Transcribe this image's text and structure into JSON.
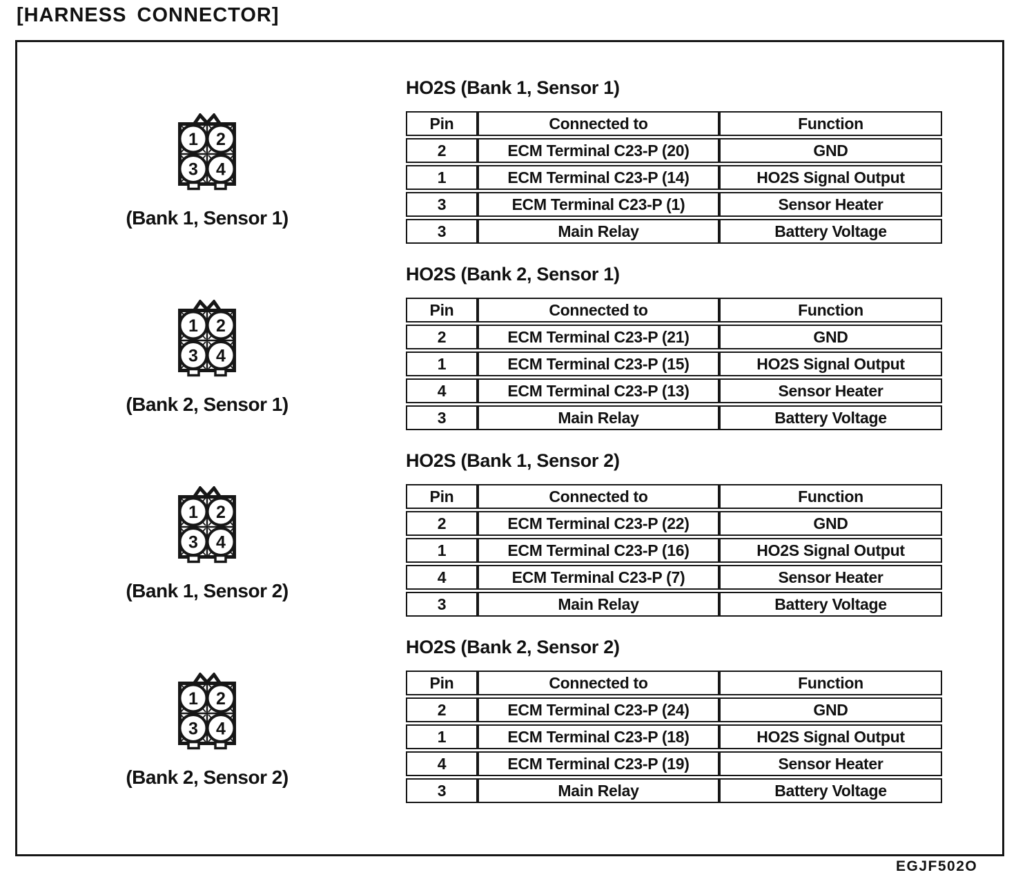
{
  "page_title": "[HARNESS CONNECTOR]",
  "footer_code": "EGJF502O",
  "ink_color": "#161616",
  "table_headers": [
    "Pin",
    "Connected to",
    "Function"
  ],
  "connector_pins": [
    "1",
    "2",
    "3",
    "4"
  ],
  "sections": [
    {
      "title": "HO2S (Bank 1, Sensor 1)",
      "connector_label": "(Bank 1, Sensor 1)",
      "rows": [
        {
          "pin": "2",
          "connected_to": "ECM Terminal C23-P (20)",
          "function": "GND"
        },
        {
          "pin": "1",
          "connected_to": "ECM Terminal C23-P (14)",
          "function": "HO2S Signal Output"
        },
        {
          "pin": "3",
          "connected_to": "ECM Terminal C23-P (1)",
          "function": "Sensor Heater"
        },
        {
          "pin": "3",
          "connected_to": "Main Relay",
          "function": "Battery Voltage"
        }
      ]
    },
    {
      "title": "HO2S (Bank 2, Sensor 1)",
      "connector_label": "(Bank 2, Sensor 1)",
      "rows": [
        {
          "pin": "2",
          "connected_to": "ECM Terminal C23-P (21)",
          "function": "GND"
        },
        {
          "pin": "1",
          "connected_to": "ECM Terminal C23-P (15)",
          "function": "HO2S Signal Output"
        },
        {
          "pin": "4",
          "connected_to": "ECM Terminal C23-P (13)",
          "function": "Sensor Heater"
        },
        {
          "pin": "3",
          "connected_to": "Main Relay",
          "function": "Battery Voltage"
        }
      ]
    },
    {
      "title": "HO2S (Bank 1, Sensor 2)",
      "connector_label": "(Bank 1, Sensor 2)",
      "rows": [
        {
          "pin": "2",
          "connected_to": "ECM Terminal C23-P (22)",
          "function": "GND"
        },
        {
          "pin": "1",
          "connected_to": "ECM Terminal C23-P (16)",
          "function": "HO2S Signal Output"
        },
        {
          "pin": "4",
          "connected_to": "ECM Terminal C23-P (7)",
          "function": "Sensor Heater"
        },
        {
          "pin": "3",
          "connected_to": "Main Relay",
          "function": "Battery Voltage"
        }
      ]
    },
    {
      "title": "HO2S (Bank 2, Sensor 2)",
      "connector_label": "(Bank 2, Sensor 2)",
      "rows": [
        {
          "pin": "2",
          "connected_to": "ECM Terminal C23-P (24)",
          "function": "GND"
        },
        {
          "pin": "1",
          "connected_to": "ECM Terminal C23-P (18)",
          "function": "HO2S Signal Output"
        },
        {
          "pin": "4",
          "connected_to": "ECM Terminal C23-P (19)",
          "function": "Sensor Heater"
        },
        {
          "pin": "3",
          "connected_to": "Main Relay",
          "function": "Battery Voltage"
        }
      ]
    }
  ]
}
